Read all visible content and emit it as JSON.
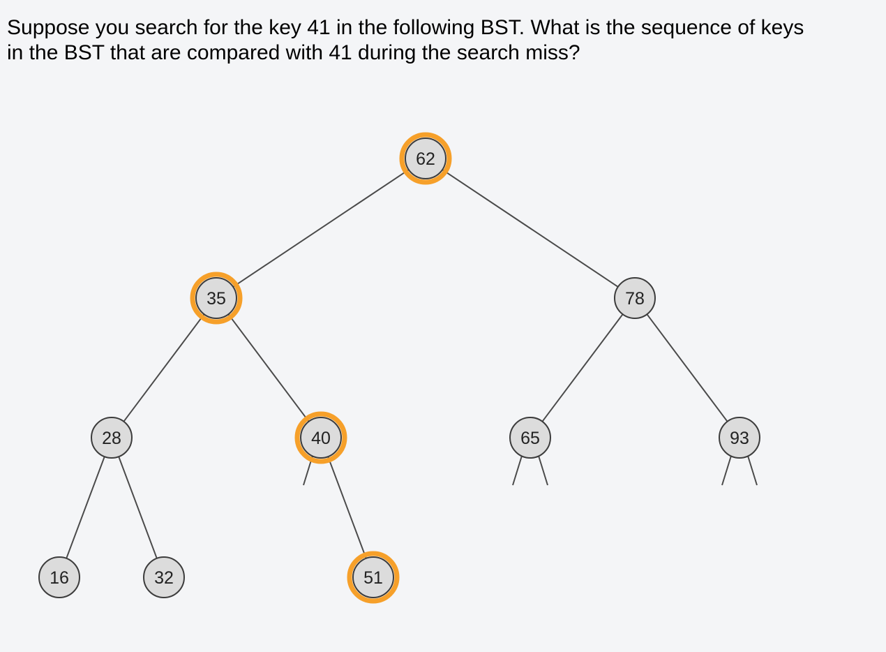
{
  "question": {
    "line1": "Suppose you search for the key 41 in the following BST. What is the sequence of keys",
    "line2": "in the BST that are compared with 41 during the search miss?"
  },
  "tree": {
    "highlight_color": "#f6a02a",
    "node_fill": "#dcdcdc",
    "nodes": [
      {
        "id": "n62",
        "key": "62",
        "highlighted": true
      },
      {
        "id": "n35",
        "key": "35",
        "highlighted": true
      },
      {
        "id": "n78",
        "key": "78",
        "highlighted": false
      },
      {
        "id": "n28",
        "key": "28",
        "highlighted": false
      },
      {
        "id": "n40",
        "key": "40",
        "highlighted": true
      },
      {
        "id": "n65",
        "key": "65",
        "highlighted": false
      },
      {
        "id": "n93",
        "key": "93",
        "highlighted": false
      },
      {
        "id": "n16",
        "key": "16",
        "highlighted": false
      },
      {
        "id": "n32",
        "key": "32",
        "highlighted": false
      },
      {
        "id": "n51",
        "key": "51",
        "highlighted": true
      }
    ],
    "edges": [
      {
        "from": "n62",
        "to": "n35"
      },
      {
        "from": "n62",
        "to": "n78"
      },
      {
        "from": "n35",
        "to": "n28"
      },
      {
        "from": "n35",
        "to": "n40"
      },
      {
        "from": "n78",
        "to": "n65"
      },
      {
        "from": "n78",
        "to": "n93"
      },
      {
        "from": "n28",
        "to": "n16"
      },
      {
        "from": "n28",
        "to": "n32"
      },
      {
        "from": "n40",
        "to": "n51"
      }
    ],
    "null_links": [
      {
        "node": "n40",
        "side": "left"
      },
      {
        "node": "n65",
        "side": "left"
      },
      {
        "node": "n65",
        "side": "right"
      },
      {
        "node": "n93",
        "side": "left"
      },
      {
        "node": "n93",
        "side": "right"
      }
    ]
  }
}
